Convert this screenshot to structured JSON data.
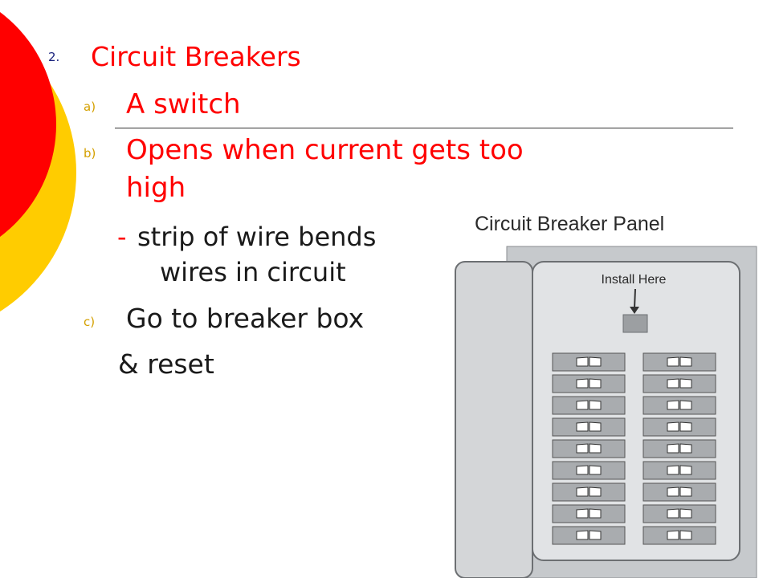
{
  "slide": {
    "item_number": "2.",
    "title": "Circuit Breakers",
    "items": [
      {
        "marker": "a)",
        "text": "A switch"
      },
      {
        "marker": "b)",
        "line1": "Opens when current gets too",
        "line2": "high"
      },
      {
        "marker": "c)",
        "text": "Go to breaker box"
      }
    ],
    "sub_dash": "-",
    "sub_line1": "strip of wire bends",
    "sub_line2": "wires in circuit",
    "reset_line": "& reset"
  },
  "panel": {
    "title": "Circuit Breaker Panel",
    "install_label": "Install Here",
    "breaker_rows": 9,
    "breaker_cols": 2
  },
  "colors": {
    "accent_red": "#ff0000",
    "accent_yellow": "#ffcc00",
    "number_navy": "#1a237e",
    "marker_gold": "#d4a000"
  }
}
